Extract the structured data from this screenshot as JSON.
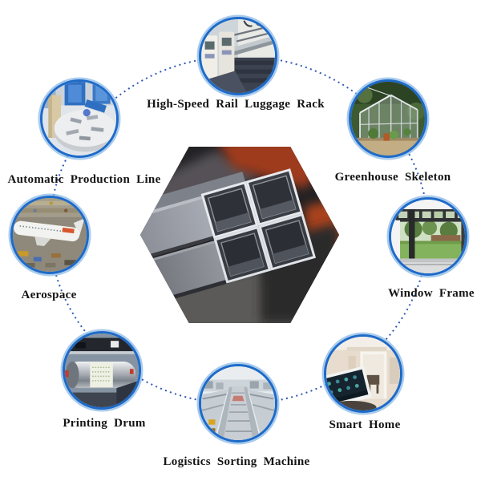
{
  "diagram": {
    "center_photo": "square-steel-tubes-photo",
    "colors": {
      "ring_blue": "#1d6ac9",
      "halo_blue": "#8cb9e6",
      "dot_blue": "#2e58b8",
      "label_black": "#141414",
      "background": "#ffffff"
    },
    "nodes": {
      "rail": {
        "label": "High-Speed Rail Luggage Rack",
        "photo": "train-luggage-rack-photo"
      },
      "production": {
        "label": "Automatic Production Line",
        "photo": "factory-machine-photo"
      },
      "greenhouse": {
        "label": "Greenhouse Skeleton",
        "photo": "greenhouse-frame-photo"
      },
      "aerospace": {
        "label": "Aerospace",
        "photo": "aircraft-assembly-photo"
      },
      "window": {
        "label": "Window Frame",
        "photo": "window-garden-photo"
      },
      "printing": {
        "label": "Printing Drum",
        "photo": "printing-drum-photo"
      },
      "logistics": {
        "label": "Logistics Sorting Machine",
        "photo": "conveyor-sorting-photo"
      },
      "smarthome": {
        "label": "Smart Home",
        "photo": "smart-home-panel-photo"
      }
    }
  }
}
